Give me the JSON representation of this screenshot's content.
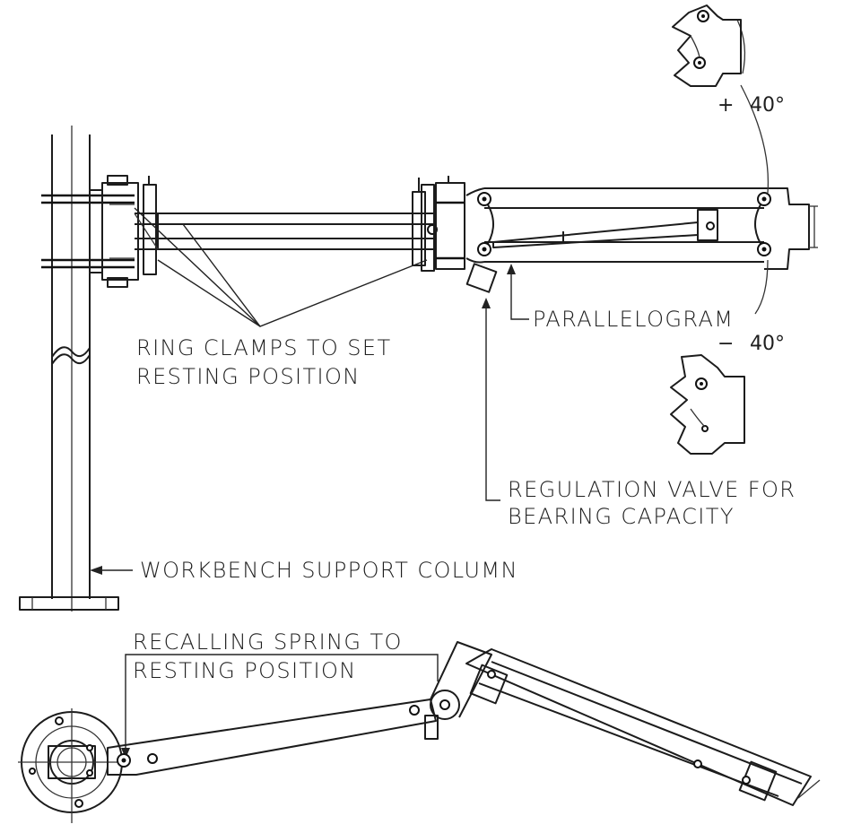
{
  "labels": {
    "ring_clamps_line1": "RING CLAMPS TO SET",
    "ring_clamps_line2": "RESTING POSITION",
    "parallelogram": "PARALLELOGRAM",
    "regulation_line1": "REGULATION VALVE FOR",
    "regulation_line2": "BEARING CAPACITY",
    "workbench": "WORKBENCH SUPPORT COLUMN",
    "recalling_line1": "RECALLING SPRING TO",
    "recalling_line2": "RESTING POSITION"
  },
  "angles": {
    "plus_sign": "+",
    "plus_value": "40°",
    "minus_sign": "−",
    "minus_value": "40°"
  }
}
